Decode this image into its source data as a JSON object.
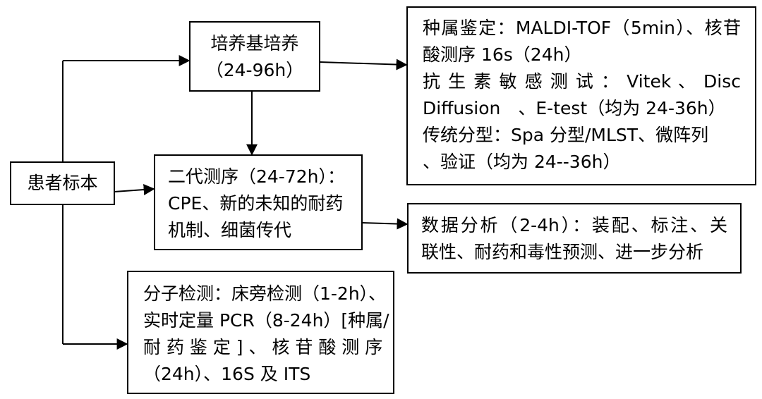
{
  "patient": {
    "label": "患者标本"
  },
  "culture": {
    "line1": "培养基培养",
    "line2": "（24-96h）"
  },
  "species": {
    "lines": [
      "种属鉴定：MALDI-TOF（5min）、核苷",
      "酸测序 16s（24h）",
      "抗 生 素 敏 感 测 试 ： Vitek 、 Disc",
      "Diffusion　、E-test（均为 24-36h）",
      "传统分型：Spa 分型/MLST、微阵列",
      "、验证（均为 24--36h）"
    ]
  },
  "ngs": {
    "lines": [
      "二代测序（24-72h）：",
      "CPE、新的未知的耐药",
      "机制、细菌传代"
    ]
  },
  "analysis": {
    "lines": [
      "数据分析（2-4h）：装配、标注、关",
      "联性、耐药和毒性预测、进一步分析"
    ]
  },
  "molecular": {
    "lines": [
      "分子检测：床旁检测（1-2h）、",
      "实时定量 PCR（8-24h）[种属/",
      "耐 药 鉴 定 ] 、 核 苷 酸 测 序",
      "（24h）、16S 及 ITS"
    ]
  }
}
